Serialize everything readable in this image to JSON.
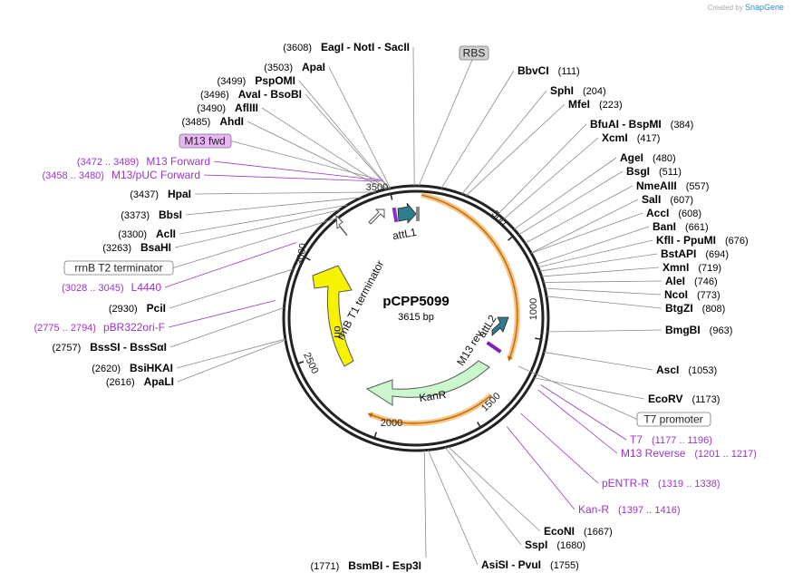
{
  "credit": {
    "prefix": "Created by",
    "brand": "SnapGene"
  },
  "plasmid": {
    "name": "pCPP5099",
    "size": "3615 bp"
  },
  "ticks": [
    "500",
    "1000",
    "1500",
    "2000",
    "2500",
    "3000",
    "3500"
  ],
  "inner_features": [
    {
      "label": "attL1"
    },
    {
      "label": "attL2"
    },
    {
      "label": "M13 rev"
    },
    {
      "label": "rrnB T1 terminator"
    },
    {
      "label": "ori"
    },
    {
      "label": "KanR"
    }
  ],
  "sites_left": [
    {
      "pos": "(3608)",
      "name": "EagI  -  NotI  -  SacII"
    },
    {
      "pos": "(3503)",
      "name": "ApaI"
    },
    {
      "pos": "(3499)",
      "name": "PspOMI"
    },
    {
      "pos": "(3496)",
      "name": "AvaI  -  BsoBI"
    },
    {
      "pos": "(3490)",
      "name": "AflIII"
    },
    {
      "pos": "(3485)",
      "name": "AhdI"
    },
    {
      "pos": "(3437)",
      "name": "HpaI"
    },
    {
      "pos": "(3373)",
      "name": "BbsI"
    },
    {
      "pos": "(3300)",
      "name": "AclI"
    },
    {
      "pos": "(3263)",
      "name": "BsaHI"
    },
    {
      "pos": "(2930)",
      "name": "PciI"
    },
    {
      "pos": "(2757)",
      "name": "BssSI  -  BssSαI"
    },
    {
      "pos": "(2620)",
      "name": "BsiHKAI"
    },
    {
      "pos": "(2616)",
      "name": "ApaLI"
    },
    {
      "pos": "(1771)",
      "name": "BsmBI  -  Esp3I"
    }
  ],
  "sites_right": [
    {
      "name": "BbvCI",
      "pos": "(111)"
    },
    {
      "name": "SphI",
      "pos": "(204)"
    },
    {
      "name": "MfeI",
      "pos": "(223)"
    },
    {
      "name": "BfuAI  -  BspMI",
      "pos": "(384)"
    },
    {
      "name": "XcmI",
      "pos": "(417)"
    },
    {
      "name": "AgeI",
      "pos": "(480)"
    },
    {
      "name": "BsgI",
      "pos": "(511)"
    },
    {
      "name": "NmeAIII",
      "pos": "(557)"
    },
    {
      "name": "SalI",
      "pos": "(607)"
    },
    {
      "name": "AccI",
      "pos": "(608)"
    },
    {
      "name": "BanI",
      "pos": "(661)"
    },
    {
      "name": "KflI  -  PpuMI",
      "pos": "(676)"
    },
    {
      "name": "BstAPI",
      "pos": "(694)"
    },
    {
      "name": "XmnI",
      "pos": "(719)"
    },
    {
      "name": "AleI",
      "pos": "(746)"
    },
    {
      "name": "NcoI",
      "pos": "(773)"
    },
    {
      "name": "BtgZI",
      "pos": "(808)"
    },
    {
      "name": "BmgBI",
      "pos": "(963)"
    },
    {
      "name": "AscI",
      "pos": "(1053)"
    },
    {
      "name": "EcoRV",
      "pos": "(1173)"
    },
    {
      "name": "EcoNI",
      "pos": "(1667)"
    },
    {
      "name": "SspI",
      "pos": "(1680)"
    },
    {
      "name": "AsiSI  -  PvuI",
      "pos": "(1755)"
    }
  ],
  "primers_left": [
    {
      "range": "(3472 .. 3489)",
      "name": "M13 Forward"
    },
    {
      "range": "(3458 .. 3480)",
      "name": "M13/pUC Forward"
    },
    {
      "range": "(3028 .. 3045)",
      "name": "L4440"
    },
    {
      "range": "(2775 .. 2794)",
      "name": "pBR322ori-F"
    }
  ],
  "primers_right": [
    {
      "name": "T7",
      "range": "(1177 .. 1196)"
    },
    {
      "name": "M13 Reverse",
      "range": "(1201 .. 1217)"
    },
    {
      "name": "pENTR-R",
      "range": "(1319 .. 1338)"
    },
    {
      "name": "Kan-R",
      "range": "(1397 .. 1416)"
    }
  ],
  "boxed_labels": [
    {
      "label": "RBS"
    },
    {
      "label": "M13 fwd"
    },
    {
      "label": "rrnB T2 terminator"
    },
    {
      "label": "T7 promoter"
    }
  ],
  "colors": {
    "site": "#000000",
    "primer": "#9b34c9",
    "leader": "#8a8a8a",
    "orange": "#f2a33c",
    "ori": "#f7f200",
    "kanr": "#cbf7cd",
    "att": "#2f7d8c"
  }
}
